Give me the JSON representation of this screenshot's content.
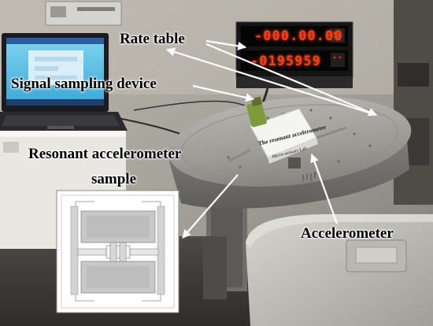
{
  "labels": {
    "rate_table": "Rate table",
    "signal_sampling_device": "Signal sampling device",
    "resonant_line1": "Resonant accelerometer",
    "resonant_line2": "sample",
    "accelerometer": "Accelerometer"
  },
  "rate_table_display": {
    "upper_readout": "-000.00.00",
    "lower_readout": "-0195959"
  },
  "sample_box": {
    "title": "The resonant accelerometer",
    "subtitle": "Micro-sensors Lab"
  },
  "colors": {
    "label_text": "#000000",
    "arrow": "#ffffff",
    "led_digits": "#ff3b1a"
  }
}
